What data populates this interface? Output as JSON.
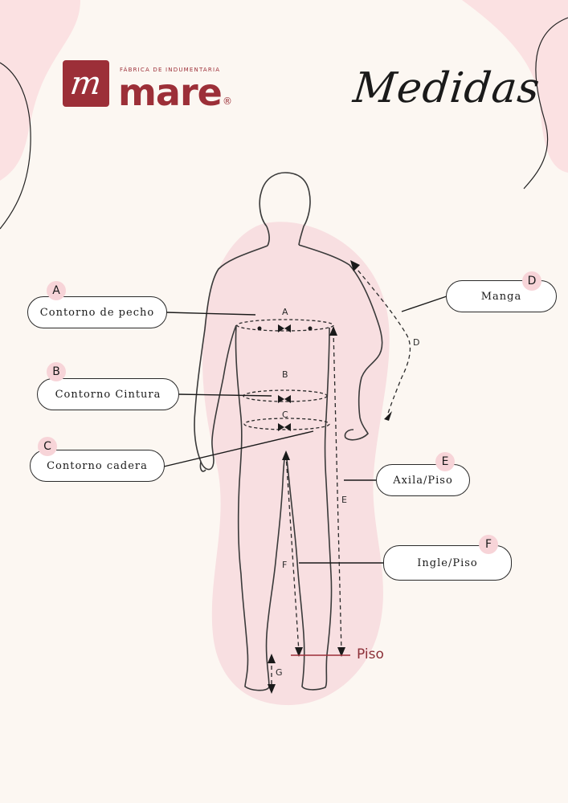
{
  "brand": {
    "name": "mare",
    "tagline": "FÁBRICA DE INDUMENTARIA",
    "registered": "®"
  },
  "title": "Medidas",
  "labels": {
    "A": {
      "letter": "A",
      "text": "Contorno de pecho"
    },
    "B": {
      "letter": "B",
      "text": "Contorno Cintura"
    },
    "C": {
      "letter": "C",
      "text": "Contorno cadera"
    },
    "D": {
      "letter": "D",
      "text": "Manga"
    },
    "E": {
      "letter": "E",
      "text": "Axila/Piso"
    },
    "F": {
      "letter": "F",
      "text": "Ingle/Piso"
    }
  },
  "figure_letters": {
    "A": "A",
    "B": "B",
    "C": "C",
    "D": "D",
    "E": "E",
    "F": "F",
    "G": "G"
  },
  "piso": "Piso",
  "colors": {
    "brand": "#9c2f38",
    "blob": "#f8dfe1",
    "background": "#fcf7f2",
    "badge": "#f7d4d8"
  }
}
